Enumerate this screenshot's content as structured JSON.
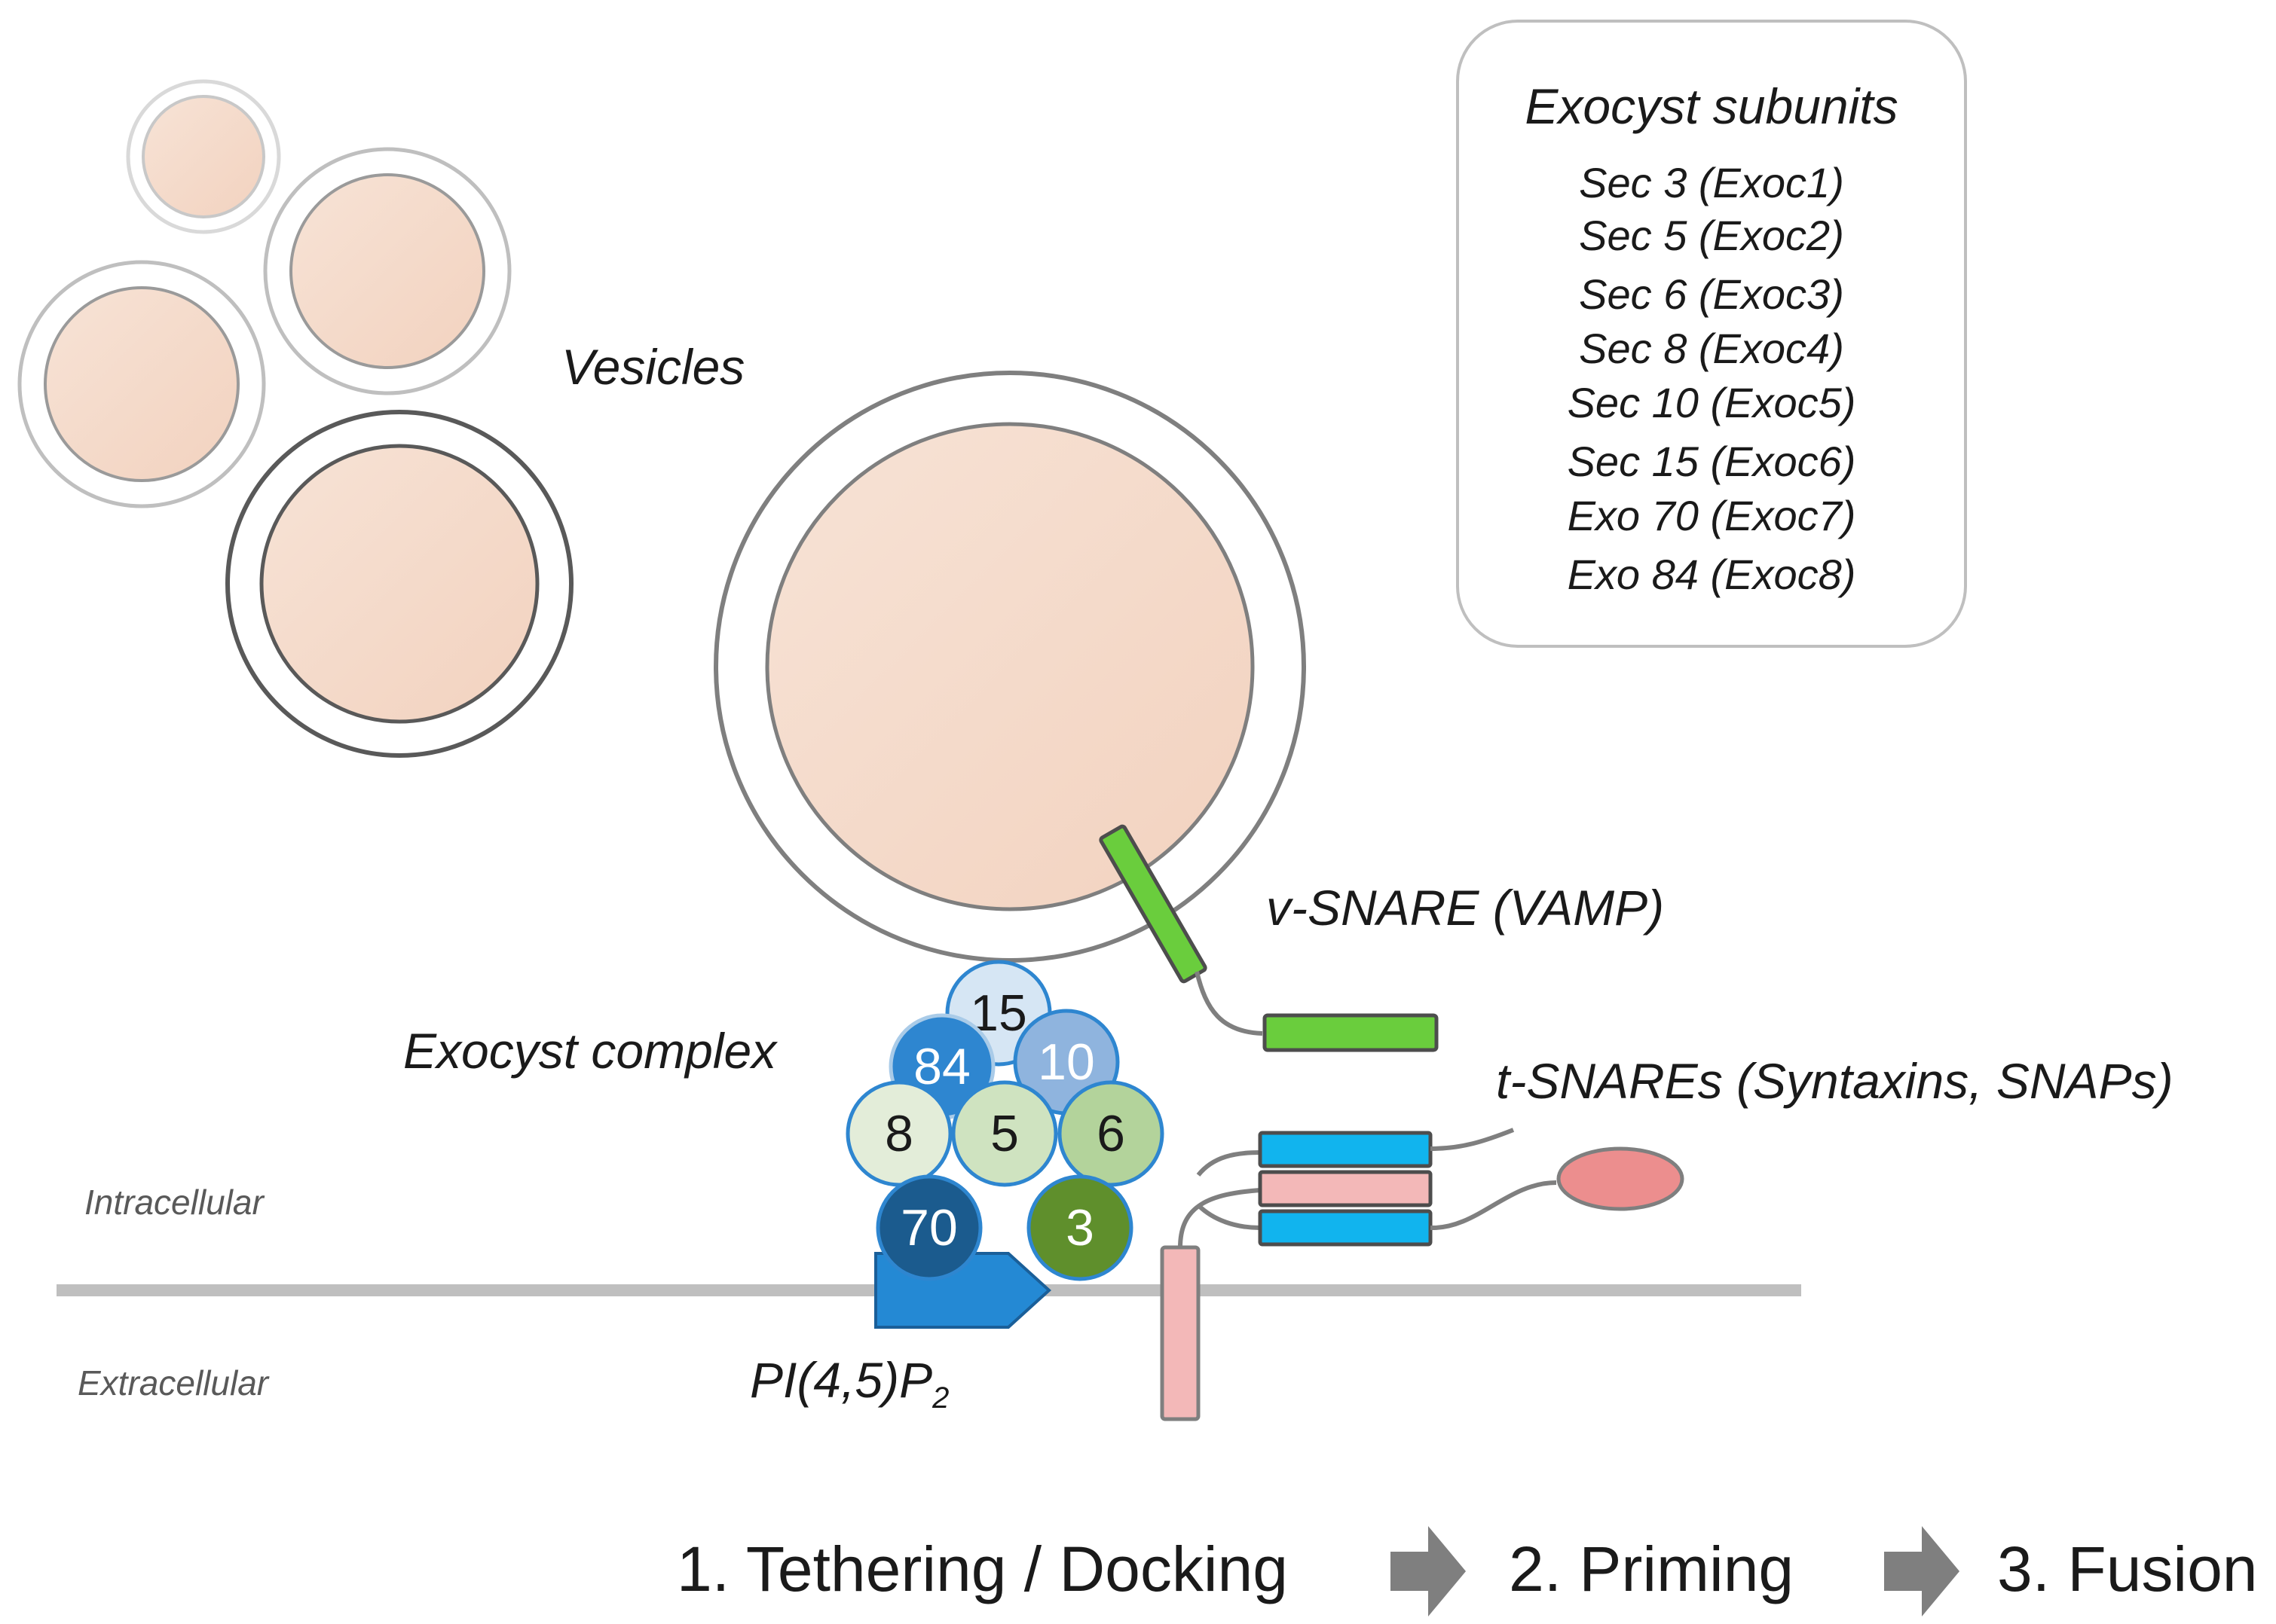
{
  "labels": {
    "vesicles": "Vesicles",
    "v_snare": "v-SNARE (VAMP)",
    "exocyst_complex": "Exocyst complex",
    "t_snares": "t-SNAREs (Syntaxins, SNAPs)",
    "intracellular": "Intracellular",
    "extracellular": "Extracellular",
    "pip2_main": "PI(4,5)P",
    "pip2_sub": "2"
  },
  "legend": {
    "title": "Exocyst subunits",
    "items": [
      "Sec 3 (Exoc1)",
      "Sec 5 (Exoc2)",
      "Sec 6 (Exoc3)",
      "Sec 8 (Exoc4)",
      "Sec 10 (Exoc5)",
      "Sec 15 (Exoc6)",
      "Exo 70 (Exoc7)",
      "Exo 84 (Exoc8)"
    ]
  },
  "subunits": [
    {
      "id": "sec15",
      "label": "15",
      "fill": "#d6e6f4",
      "text_color": "#1a1a1a"
    },
    {
      "id": "exo84",
      "label": "84",
      "fill": "#2e86d0",
      "text_color": "#ffffff"
    },
    {
      "id": "sec10",
      "label": "10",
      "fill": "#8fb4de",
      "text_color": "#ffffff"
    },
    {
      "id": "sec8",
      "label": "8",
      "fill": "#e3edd9",
      "text_color": "#1a1a1a"
    },
    {
      "id": "sec5",
      "label": "5",
      "fill": "#cfe3c0",
      "text_color": "#1a1a1a"
    },
    {
      "id": "sec6",
      "label": "6",
      "fill": "#b3d39b",
      "text_color": "#1a1a1a"
    },
    {
      "id": "exo70",
      "label": "70",
      "fill": "#1b5b8e",
      "text_color": "#ffffff"
    },
    {
      "id": "sec3",
      "label": "3",
      "fill": "#5f8f2c",
      "text_color": "#ffffff"
    }
  ],
  "steps": [
    "1. Tethering / Docking",
    "2. Priming",
    "3. Fusion"
  ],
  "colors": {
    "vesicle_fill": "#f5dccb",
    "membrane": "#bfbfbf",
    "v_snare": "#6acd3d",
    "t_snare_blue": "#11b4ee",
    "t_snare_pink": "#f3b8b8",
    "snap_oval": "#ec8e8e",
    "pip2": "#2489d4",
    "arrow": "#7f7f7f"
  }
}
